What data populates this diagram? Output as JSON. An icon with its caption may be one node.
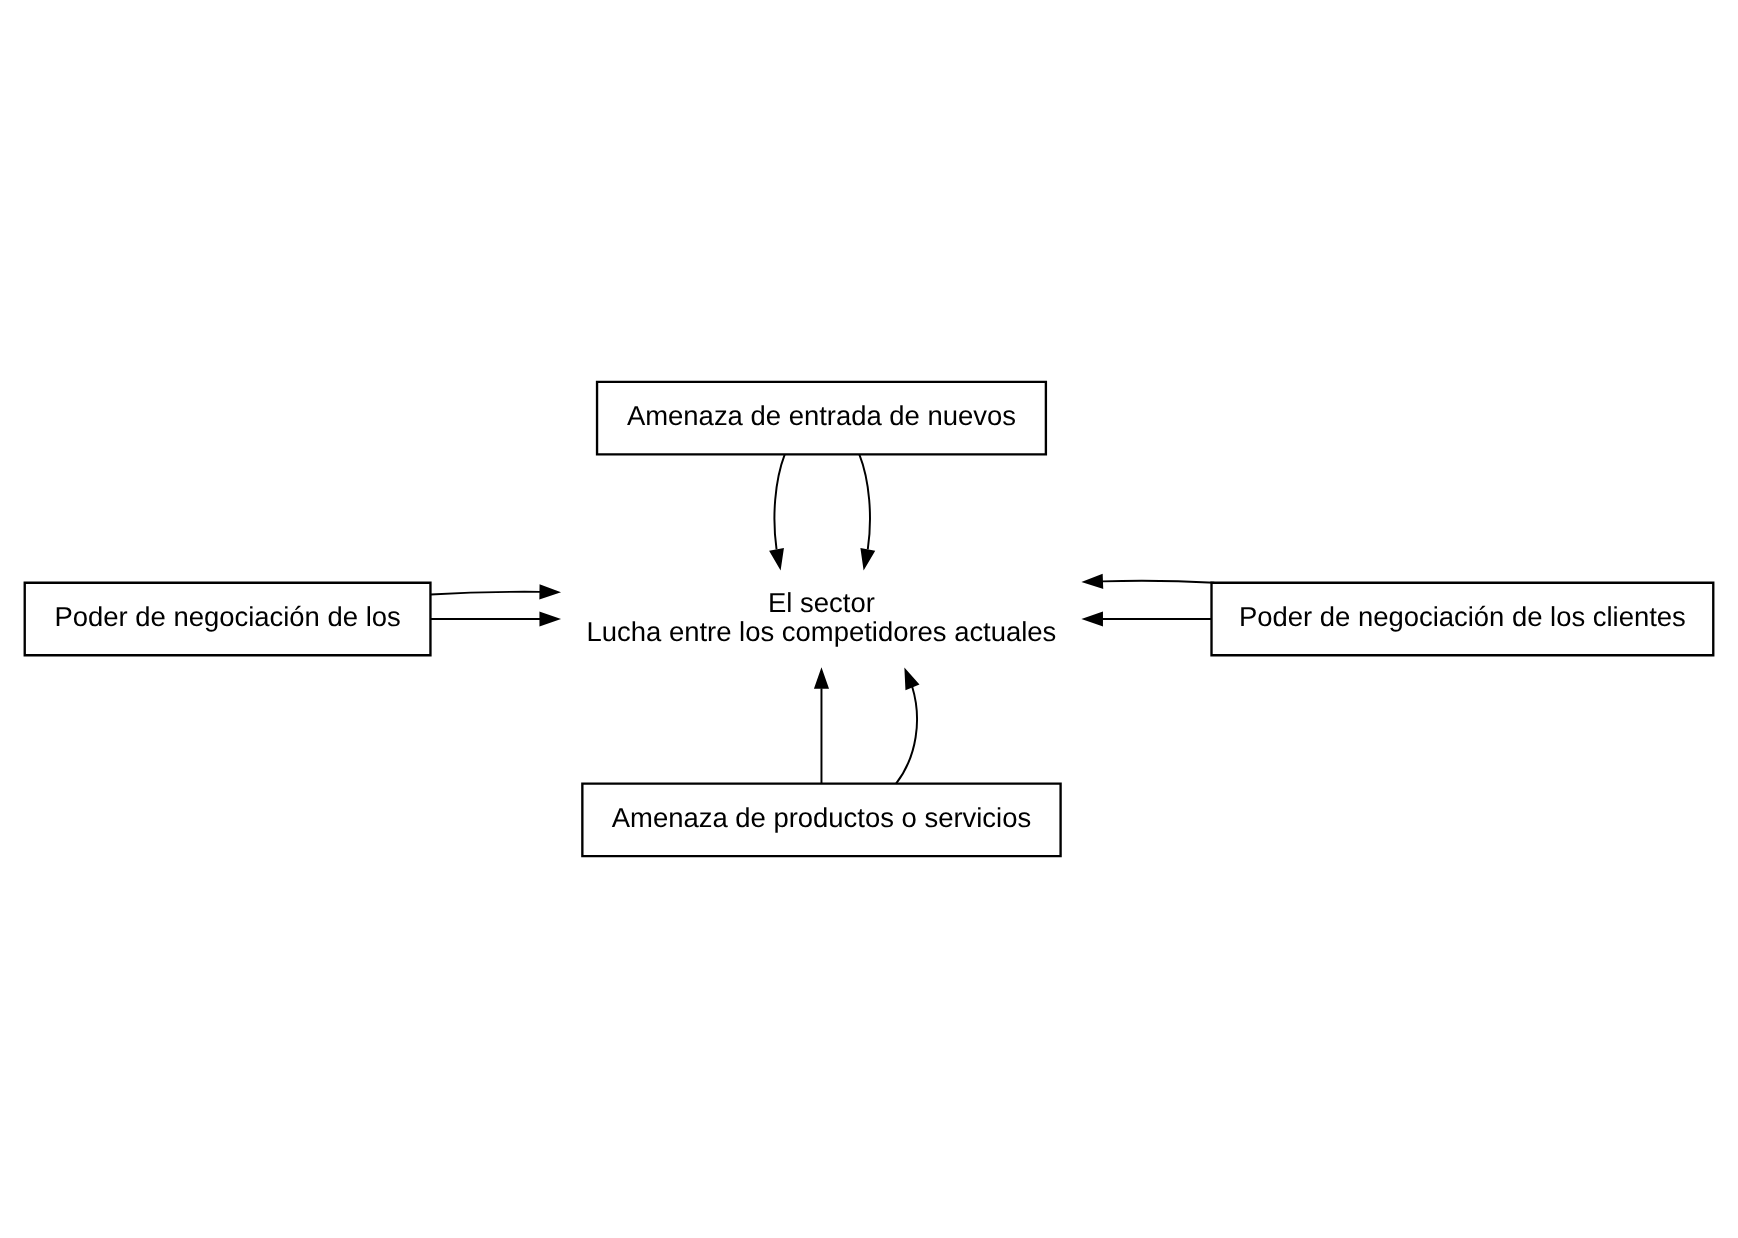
{
  "diagram": {
    "nodes": [
      {
        "text": [
          "Amenaza de entrada de nuevos"
        ]
      },
      {
        "text": [
          "Poder de negociación de los"
        ]
      },
      {
        "text": [
          "El sector",
          "Lucha entre los competidores actuales"
        ]
      },
      {
        "text": [
          "Poder de negociación de los clientes"
        ]
      },
      {
        "text": [
          "Amenaza de productos o servicios"
        ]
      }
    ],
    "edges": [
      {
        "from": 0,
        "to": 2,
        "arrow": "to"
      },
      {
        "from": 0,
        "to": 2,
        "arrow": "to"
      },
      {
        "from": 1,
        "to": 2,
        "arrow": "to"
      },
      {
        "from": 1,
        "to": 2,
        "arrow": "to"
      },
      {
        "from": 3,
        "to": 2,
        "arrow": "to"
      },
      {
        "from": 3,
        "to": 2,
        "arrow": "to"
      },
      {
        "from": 4,
        "to": 2,
        "arrow": "to"
      },
      {
        "from": 4,
        "to": 2,
        "arrow": "to"
      }
    ]
  }
}
